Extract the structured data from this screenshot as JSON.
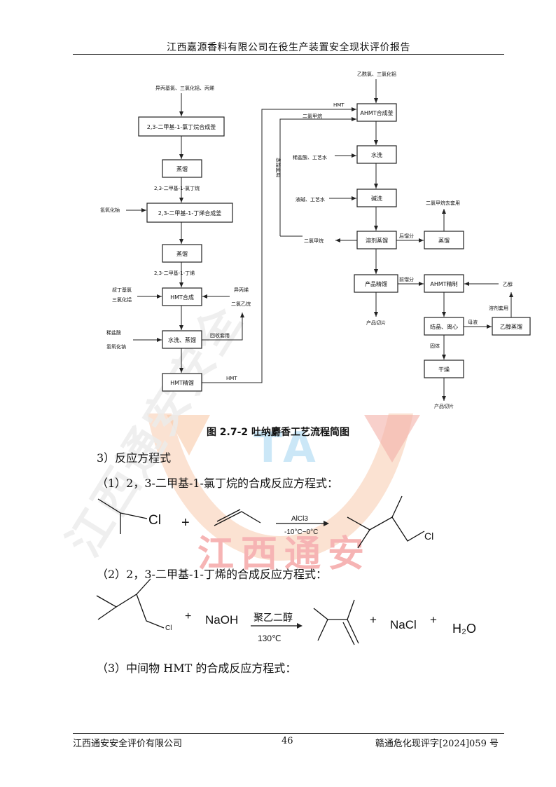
{
  "header": {
    "title": "江西嘉源香料有限公司在役生产装置安全现状评价报告"
  },
  "watermark": {
    "org_text": "江西通安",
    "logo_text": "TA",
    "arc_text": "江西通安安全"
  },
  "flow": {
    "left": {
      "feed_top": "异丙基氯、三氯化铝、丙烯",
      "box1": "2,3-二甲基-1-氯丁烷合成釜",
      "box2": "蒸馏",
      "mid1": "2,3-二甲基-1-氯丁烷",
      "side_in1": "氢氧化钠",
      "box3": "2,3-二甲基-1-丁烯合成釜",
      "box4": "蒸馏",
      "mid2": "2,3-二甲基-1-丁烯",
      "side_in2a": "叔丁基氯",
      "side_in2b": "三氯化铝",
      "side_right_a": "异丙烯",
      "side_right_b": "二氯乙烷",
      "box5": "HMT合成",
      "side_in3a": "稀盐酸",
      "side_in3b": "氢氧化钠",
      "box6": "水洗、蒸馏",
      "recycle": "回收套用",
      "box7": "HMT精馏",
      "out_label": "HMT"
    },
    "right": {
      "feed_top": "乙酰氯、三氯化铝",
      "hmt_in": "HMT",
      "dcm_in": "二氯甲烷",
      "box1": "AHMT合成釜",
      "side_in1": "稀盐酸、工艺水",
      "box2": "水洗",
      "side_in2": "液碱、工艺水",
      "box3": "碱洗",
      "vertical_label": "蒸馏套用",
      "dcm_out": "二氯甲烷",
      "box4": "溶剂蒸馏",
      "heavy_label": "后馏分",
      "box_side": "蒸馏",
      "side_top": "二氯甲烷去套用",
      "box5": "产品精馏",
      "front_label": "前馏分",
      "box6": "AHMT精制",
      "ethanol_in": "乙醇",
      "product1": "产品切片",
      "box7": "结晶、离心",
      "mother": "母液",
      "box_eth": "乙醇蒸馏",
      "solvent_label": "溶剂套用",
      "solid_label": "固体",
      "box8": "干燥",
      "product2": "产品切片"
    }
  },
  "caption": "图 2.7-2 吐纳麝香工艺流程简图",
  "section": {
    "title": "3）反应方程式",
    "eq1_label": "（1）2，3-二甲基-1-氯丁烷的合成反应方程式：",
    "eq1": {
      "cl1": "Cl",
      "plus": "+",
      "cond_top": "AlCl3",
      "cond_bottom": "-10°C~0°C",
      "cl2": "Cl"
    },
    "eq2_label": "（2）2，3-二甲基-1-丁烯的合成反应方程式：",
    "eq2": {
      "cl": "Cl",
      "plus1": "+",
      "naoh": "NaOH",
      "cond_top": "聚乙二醇",
      "cond_bottom": "130℃",
      "plus2": "+",
      "nacl": "NaCl",
      "plus3": "+",
      "h2o": "H₂O"
    },
    "eq3_label": "（3）中间物 HMT 的合成反应方程式："
  },
  "footer": {
    "left": "江西通安安全评价有限公司",
    "page": "46",
    "right": "赣通危化现评字[2024]059 号"
  },
  "colors": {
    "watermark_orange": "#f7c6a6",
    "watermark_red": "#f3a3a3",
    "watermark_blue": "#bfe3f5",
    "watermark_gray": "#e6e6e6"
  }
}
